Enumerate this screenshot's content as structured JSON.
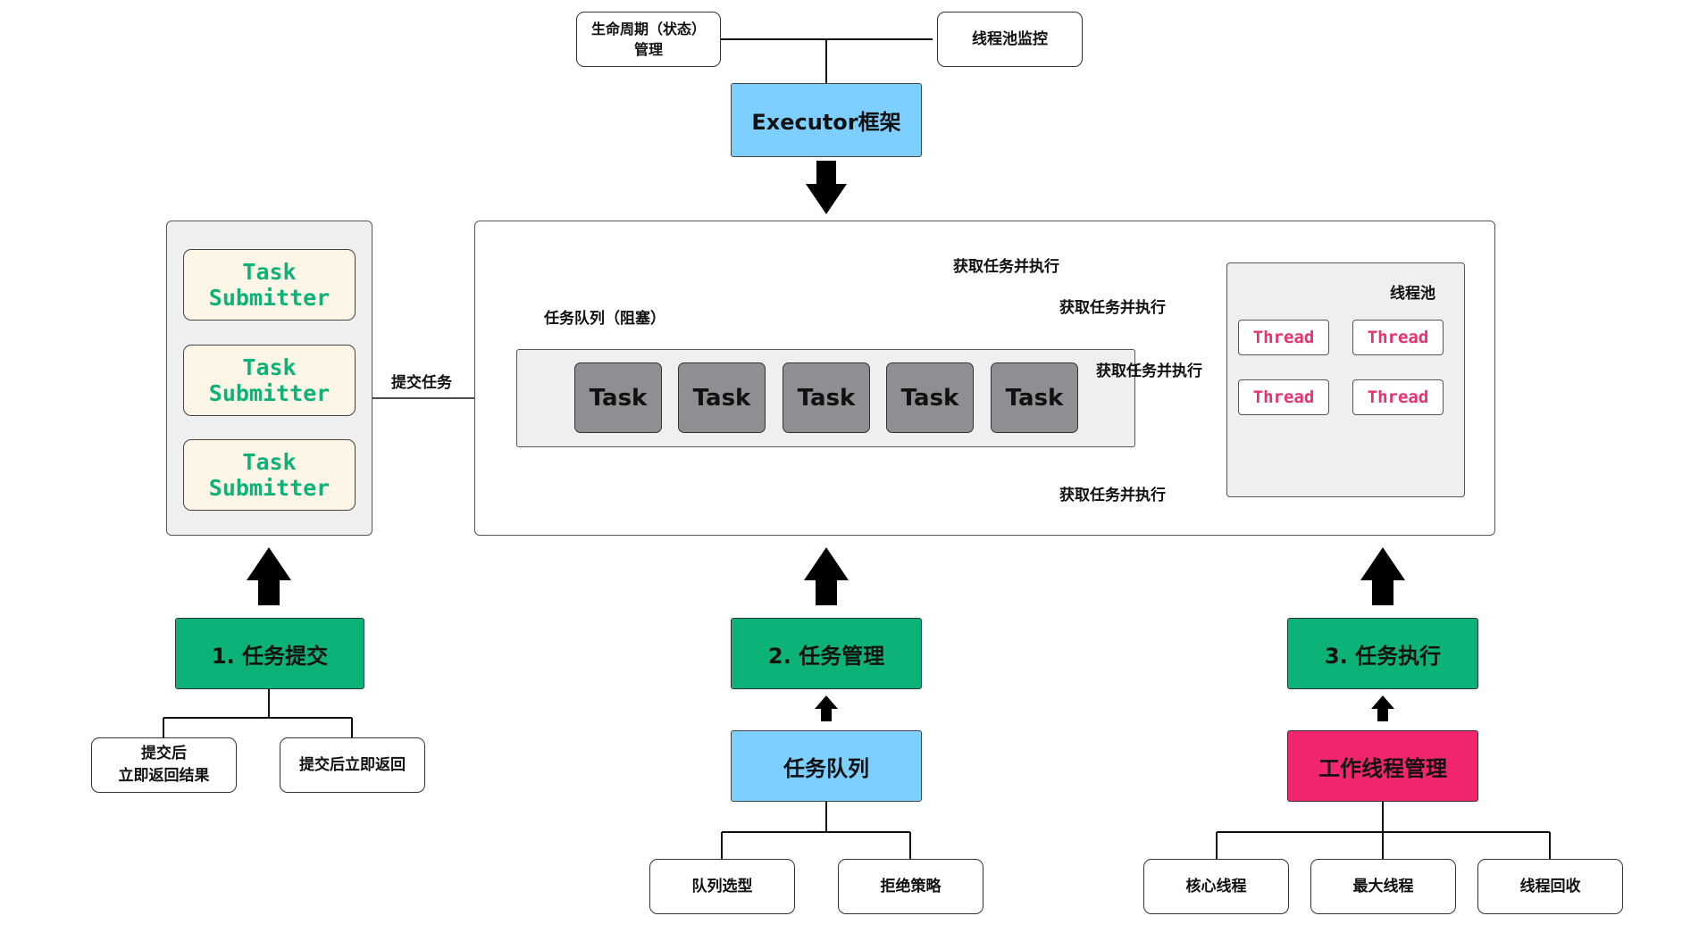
{
  "framework": {
    "lifecycle": "生命周期（状态）管理",
    "monitor": "线程池监控",
    "executor": "Executor框架"
  },
  "submitters": [
    "Task Submitter",
    "Task Submitter",
    "Task Submitter"
  ],
  "submit_label": "提交任务",
  "queue": {
    "title": "任务队列（阻塞）",
    "tasks": [
      "Task",
      "Task",
      "Task",
      "Task",
      "Task"
    ]
  },
  "pool": {
    "title": "线程池",
    "threads": [
      "Thread",
      "Thread",
      "Thread",
      "Thread"
    ]
  },
  "fetch_labels": [
    "获取任务并执行",
    "获取任务并执行",
    "获取任务并执行",
    "获取任务并执行"
  ],
  "stages": [
    {
      "label": "1. 任务提交",
      "children": [
        "提交后\n立即返回结果",
        "提交后立即返回"
      ]
    },
    {
      "label": "2. 任务管理",
      "sub": "任务队列",
      "children": [
        "队列选型",
        "拒绝策略"
      ]
    },
    {
      "label": "3. 任务执行",
      "sub": "工作线程管理",
      "children": [
        "核心线程",
        "最大线程",
        "线程回收"
      ]
    }
  ],
  "colors": {
    "green": "#0db279",
    "blue": "#7ccfff",
    "pink": "#f2266e",
    "arrow_dashed": "#e6336e"
  }
}
